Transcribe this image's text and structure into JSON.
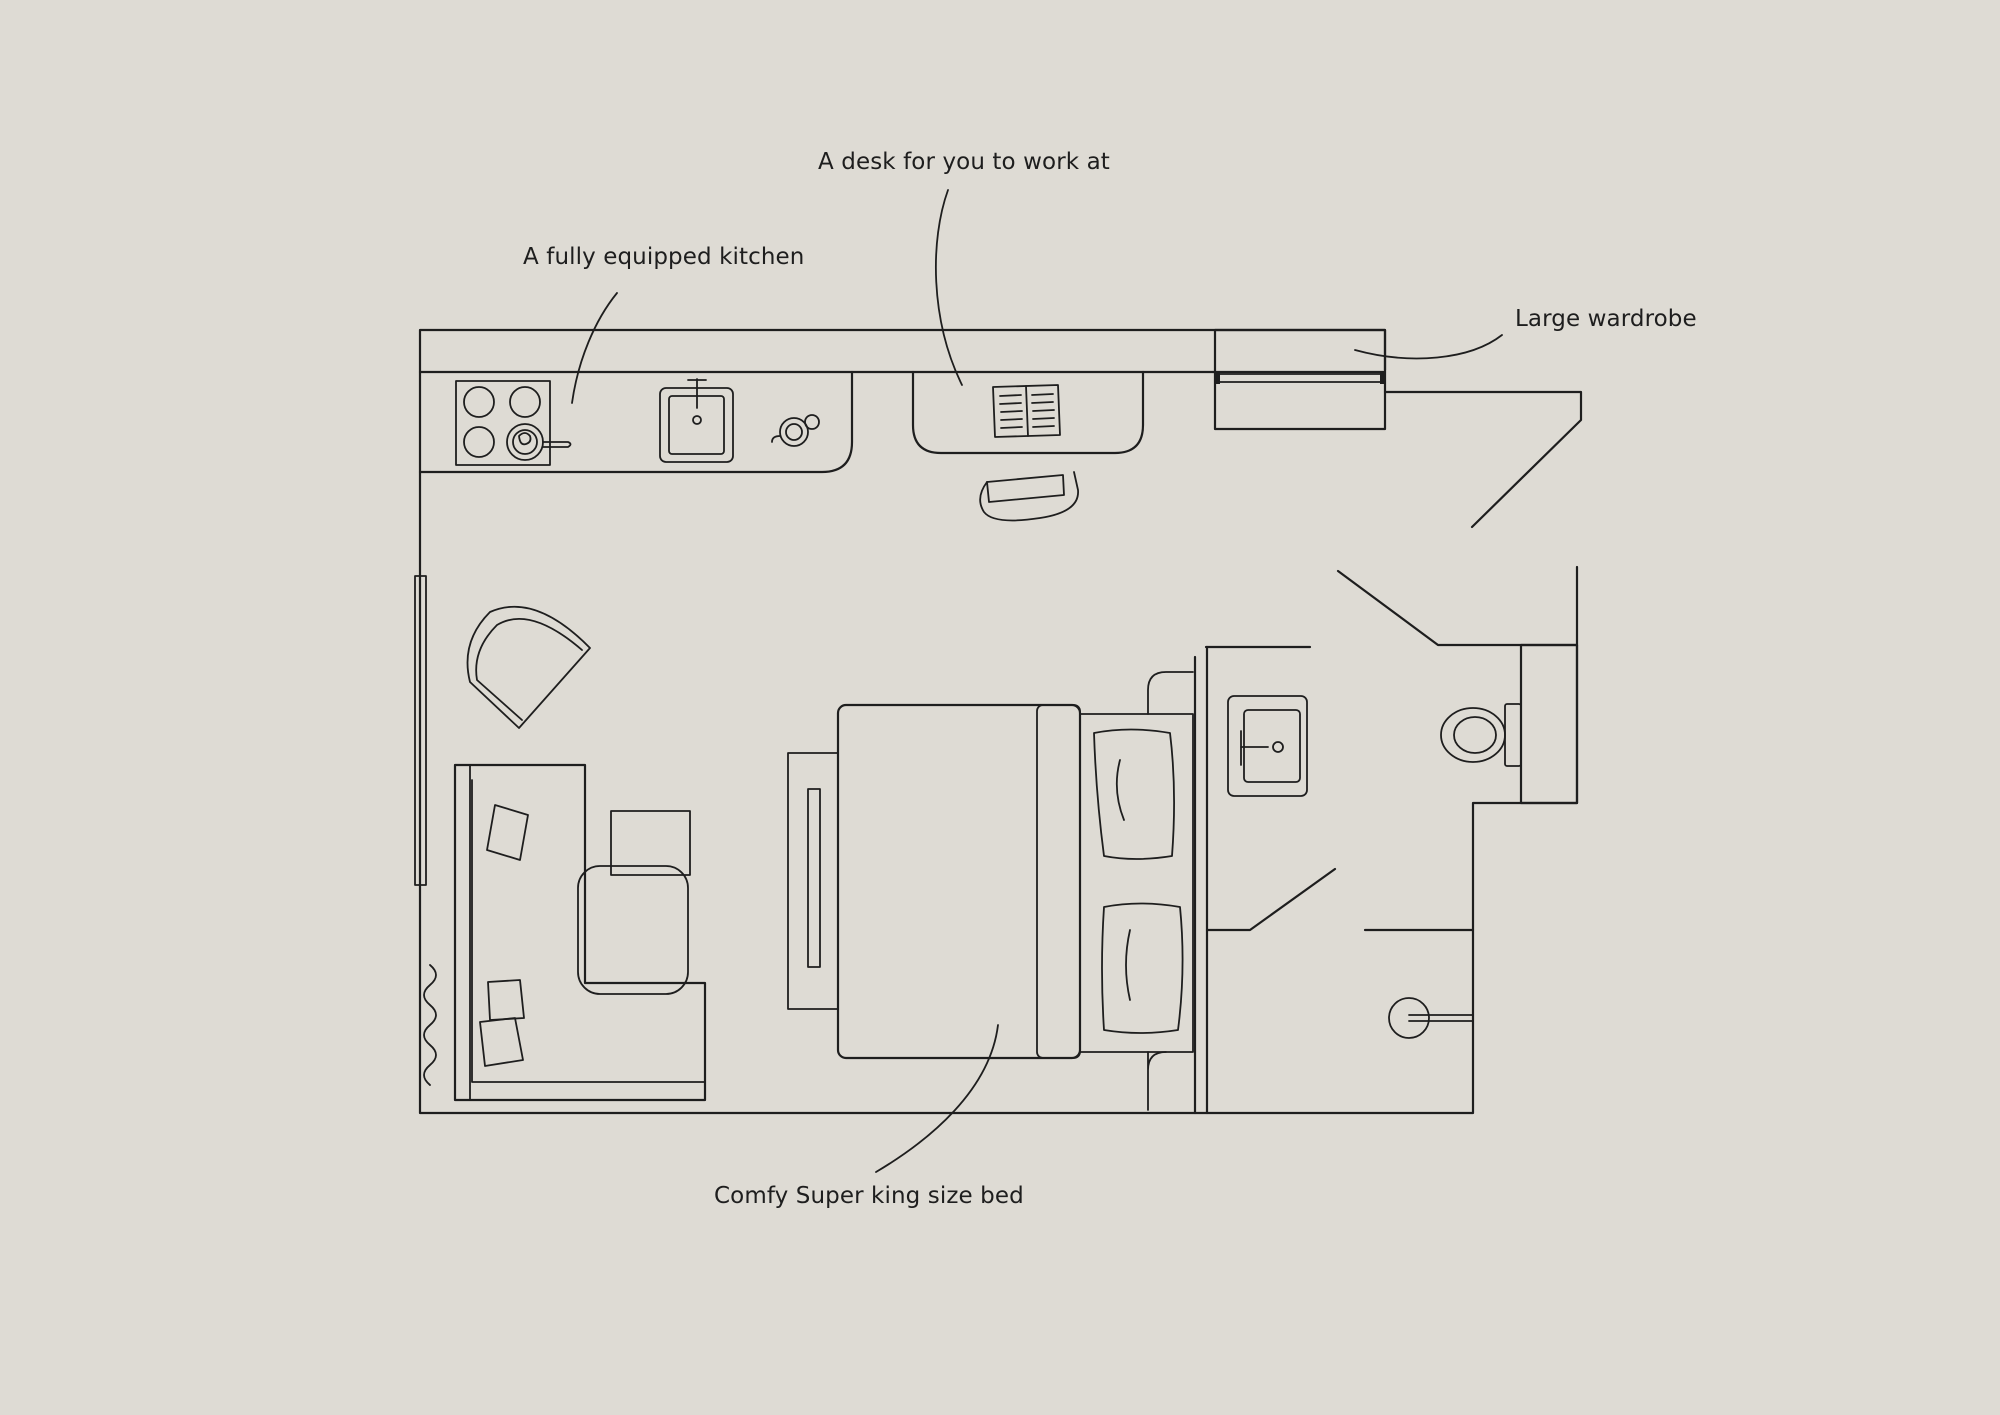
{
  "labels": {
    "desk": "A desk for you to work at",
    "kitchen": "A fully equipped kitchen",
    "wardrobe": "Large wardrobe",
    "bed": "Comfy Super king size bed"
  },
  "colors": {
    "background": "#dedbd4",
    "line": "#1e1e1e"
  }
}
